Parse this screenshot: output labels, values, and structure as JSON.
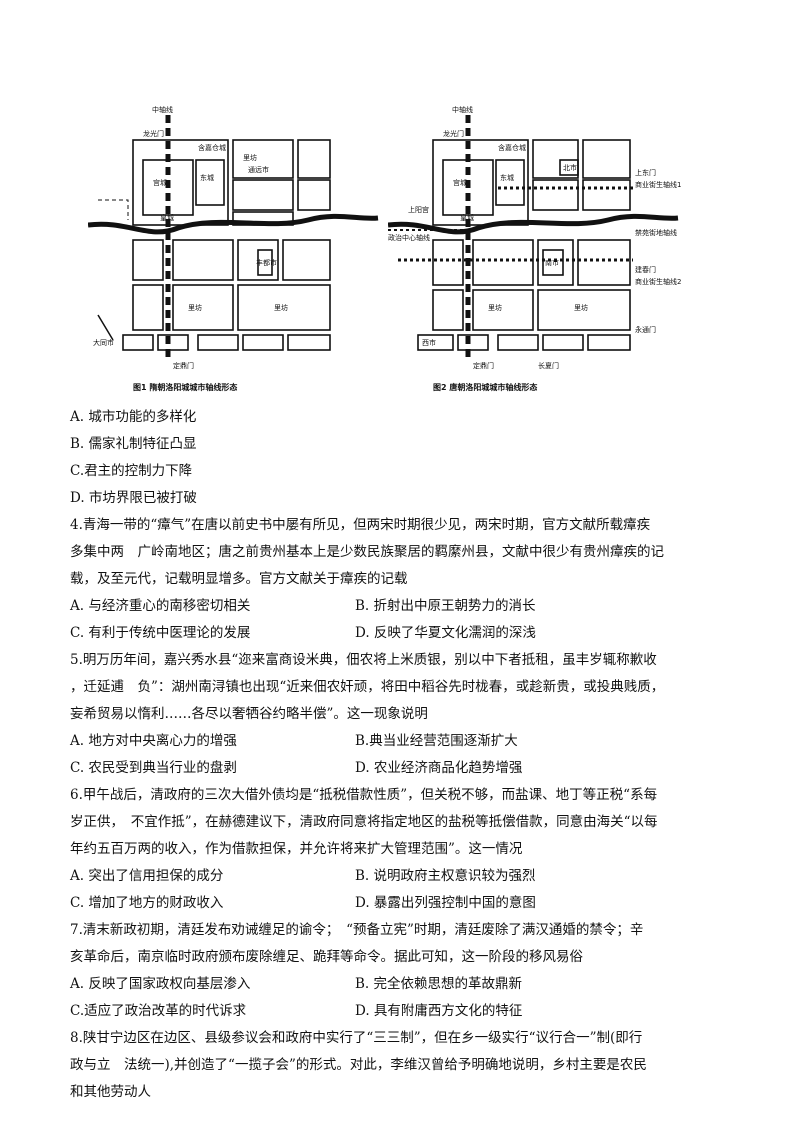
{
  "figure1": {
    "caption": "图1  隋朝洛阳城城市轴线形态",
    "axis_label": "中轴线",
    "labels": {
      "longguang": "龙光门",
      "hanjia": "含嘉仓城",
      "gongcheng": "宫城",
      "dongcheng": "东城",
      "huangcheng": "皇城",
      "tongyuan": "通远市",
      "fengdu": "丰都市",
      "dingding": "定鼎门",
      "datong": "大同市",
      "lifang": "里坊"
    }
  },
  "figure2": {
    "caption": "图2  唐朝洛阳城城市轴线形态",
    "axis_label": "中轴线",
    "labels": {
      "longguang": "龙光门",
      "hanjia": "含嘉仓城",
      "gongcheng": "宫城",
      "dongcheng": "东城",
      "beishi": "北市",
      "huangcheng": "皇城",
      "shangyang": "上阳宫",
      "zhengzhi": "政治中心轴线",
      "nanshi": "南市",
      "xishi": "西市",
      "dingding": "定鼎门",
      "changxia": "长夏门",
      "shangdong": "上东门",
      "shangye1": "商业街生轴线1",
      "jianchun": "建春门",
      "shangye2": "商业街生轴线2",
      "yongtong": "永通门",
      "jiance": "禁苑街地轴线",
      "lifang": "里坊"
    }
  },
  "lines": [
    "A. 城市功能的多样化",
    "B. 儒家礼制特征凸显",
    "C.君主的控制力下降",
    "D. 市坊界限已被打破",
    "4.青海一带的“瘴气”在唐以前史书中屡有所见，但两宋时期很少见，两宋时期，官方文献所载瘴疾",
    "多集中两　广岭南地区；唐之前贵州基本上是少数民族聚居的羁縻州县，文献中很少有贵州瘴疾的记",
    "载，及至元代，记载明显增多。官方文献关于瘴疾的记载"
  ],
  "q4_options": [
    [
      "A. 与经济重心的南移密切相关",
      "B. 折射出中原王朝势力的消长"
    ],
    [
      "C. 有利于传统中医理论的发展",
      "D. 反映了华夏文化濡润的深浅"
    ]
  ],
  "q5_lines": [
    "5.明万历年间，嘉兴秀水县“迩来富商设米典，佃农将上米质银，别以中下者抵租，虽丰岁辄称歉收",
    "，迁延逋　负”：湖州南浔镇也出现“近来佃农奸顽，将田中稻谷先时栊春，或趁新贵，或投典贱质，",
    "妄希贸易以惰利……各尽以奢牺谷约略半偿”。这一现象说明"
  ],
  "q5_options": [
    [
      "A. 地方对中央离心力的增强",
      "B.典当业经营范围逐渐扩大"
    ],
    [
      "C. 农民受到典当行业的盘剥",
      "D. 农业经济商品化趋势增强"
    ]
  ],
  "q6_lines": [
    "6.甲午战后，清政府的三次大借外债均是“抵税借款性质”，但关税不够，而盐课、地丁等正税“系每",
    "岁正供，　不宜作抵”，在赫德建议下，清政府同意将指定地区的盐税等抵偿借款，同意由海关“以每",
    "年约五百万两的收入，作为借款担保，并允许将来扩大管理范围”。这一情况"
  ],
  "q6_options": [
    [
      "A. 突出了信用担保的成分",
      "B. 说明政府主权意识较为强烈"
    ],
    [
      "C. 增加了地方的财政收入",
      "D. 暴露出列强控制中国的意图"
    ]
  ],
  "q7_lines": [
    "7.清末新政初期，清廷发布劝诫缠足的谕令；　“预备立宪”时期，清廷废除了满汉通婚的禁令；辛",
    "亥革命后，南京临时政府颁布废除缠足、跪拜等命令。据此可知，这一阶段的移风易俗"
  ],
  "q7_options": [
    [
      "A. 反映了国家政权向基层渗入",
      "B. 完全依赖思想的革故鼎新"
    ],
    [
      "C.适应了政治改革的时代诉求",
      "D. 具有附庸西方文化的特征"
    ]
  ],
  "q8_lines": [
    "8.陕甘宁边区在边区、县级参议会和政府中实行了“三三制”，但在乡一级实行“议行合一”制(即行",
    "政与立　法统一),并创造了“一揽子会”的形式。对此，李维汉曾给予明确地说明，乡村主要是农民",
    "和其他劳动人"
  ]
}
